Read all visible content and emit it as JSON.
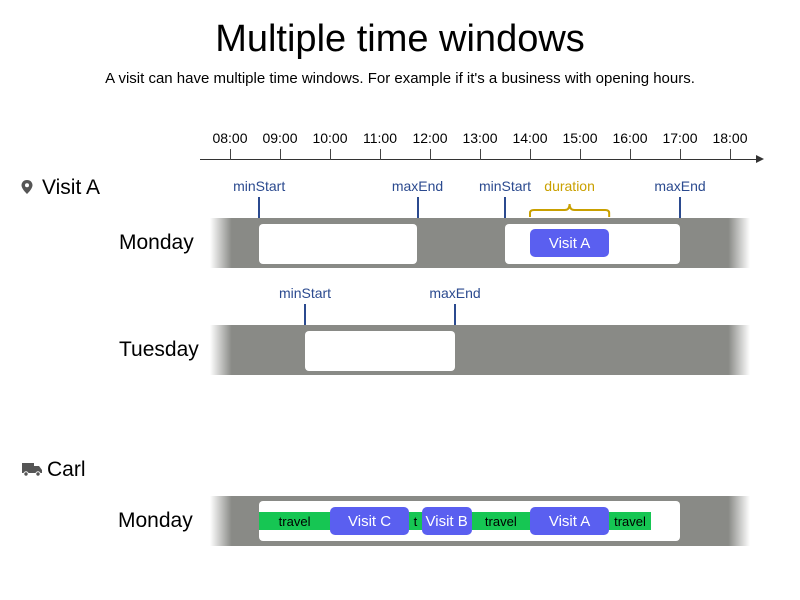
{
  "title": "Multiple time windows",
  "subtitle": "A visit can have multiple time windows. For example if it's a business with opening hours.",
  "timeline": {
    "ticks": [
      "08:00",
      "09:00",
      "10:00",
      "11:00",
      "12:00",
      "13:00",
      "14:00",
      "15:00",
      "16:00",
      "17:00",
      "18:00"
    ]
  },
  "visit_a": {
    "icon": "location-pin-icon",
    "label": "Visit A",
    "monday": {
      "label": "Monday",
      "windows": [
        {
          "min_start": "08:35",
          "max_end": "11:45",
          "min_start_label": "minStart",
          "max_end_label": "maxEnd"
        },
        {
          "min_start": "13:30",
          "max_end": "17:00",
          "min_start_label": "minStart",
          "max_end_label": "maxEnd"
        }
      ],
      "duration_label": "duration",
      "scheduled_visit": {
        "label": "Visit A",
        "start": "14:00",
        "end": "15:35"
      }
    },
    "tuesday": {
      "label": "Tuesday",
      "windows": [
        {
          "min_start": "09:30",
          "max_end": "12:30",
          "min_start_label": "minStart",
          "max_end_label": "maxEnd"
        }
      ]
    }
  },
  "carl": {
    "icon": "truck-icon",
    "label": "Carl",
    "monday": {
      "label": "Monday",
      "segments": [
        {
          "kind": "travel",
          "label": "travel",
          "start": "08:35",
          "end": "10:00"
        },
        {
          "kind": "visit",
          "label": "Visit C",
          "start": "10:00",
          "end": "11:35"
        },
        {
          "kind": "travel",
          "label": "t",
          "start": "11:35",
          "end": "11:50"
        },
        {
          "kind": "visit",
          "label": "Visit B",
          "start": "11:50",
          "end": "12:50"
        },
        {
          "kind": "travel",
          "label": "travel",
          "start": "12:50",
          "end": "14:00"
        },
        {
          "kind": "visit",
          "label": "Visit A",
          "start": "14:00",
          "end": "15:35"
        },
        {
          "kind": "travel",
          "label": "travel",
          "start": "15:35",
          "end": "16:25"
        }
      ]
    }
  },
  "colors": {
    "track": "#898a86",
    "visit": "#5a5ff0",
    "travel": "#16c653",
    "marker": "#2b4a8f",
    "duration": "#c9a000"
  }
}
